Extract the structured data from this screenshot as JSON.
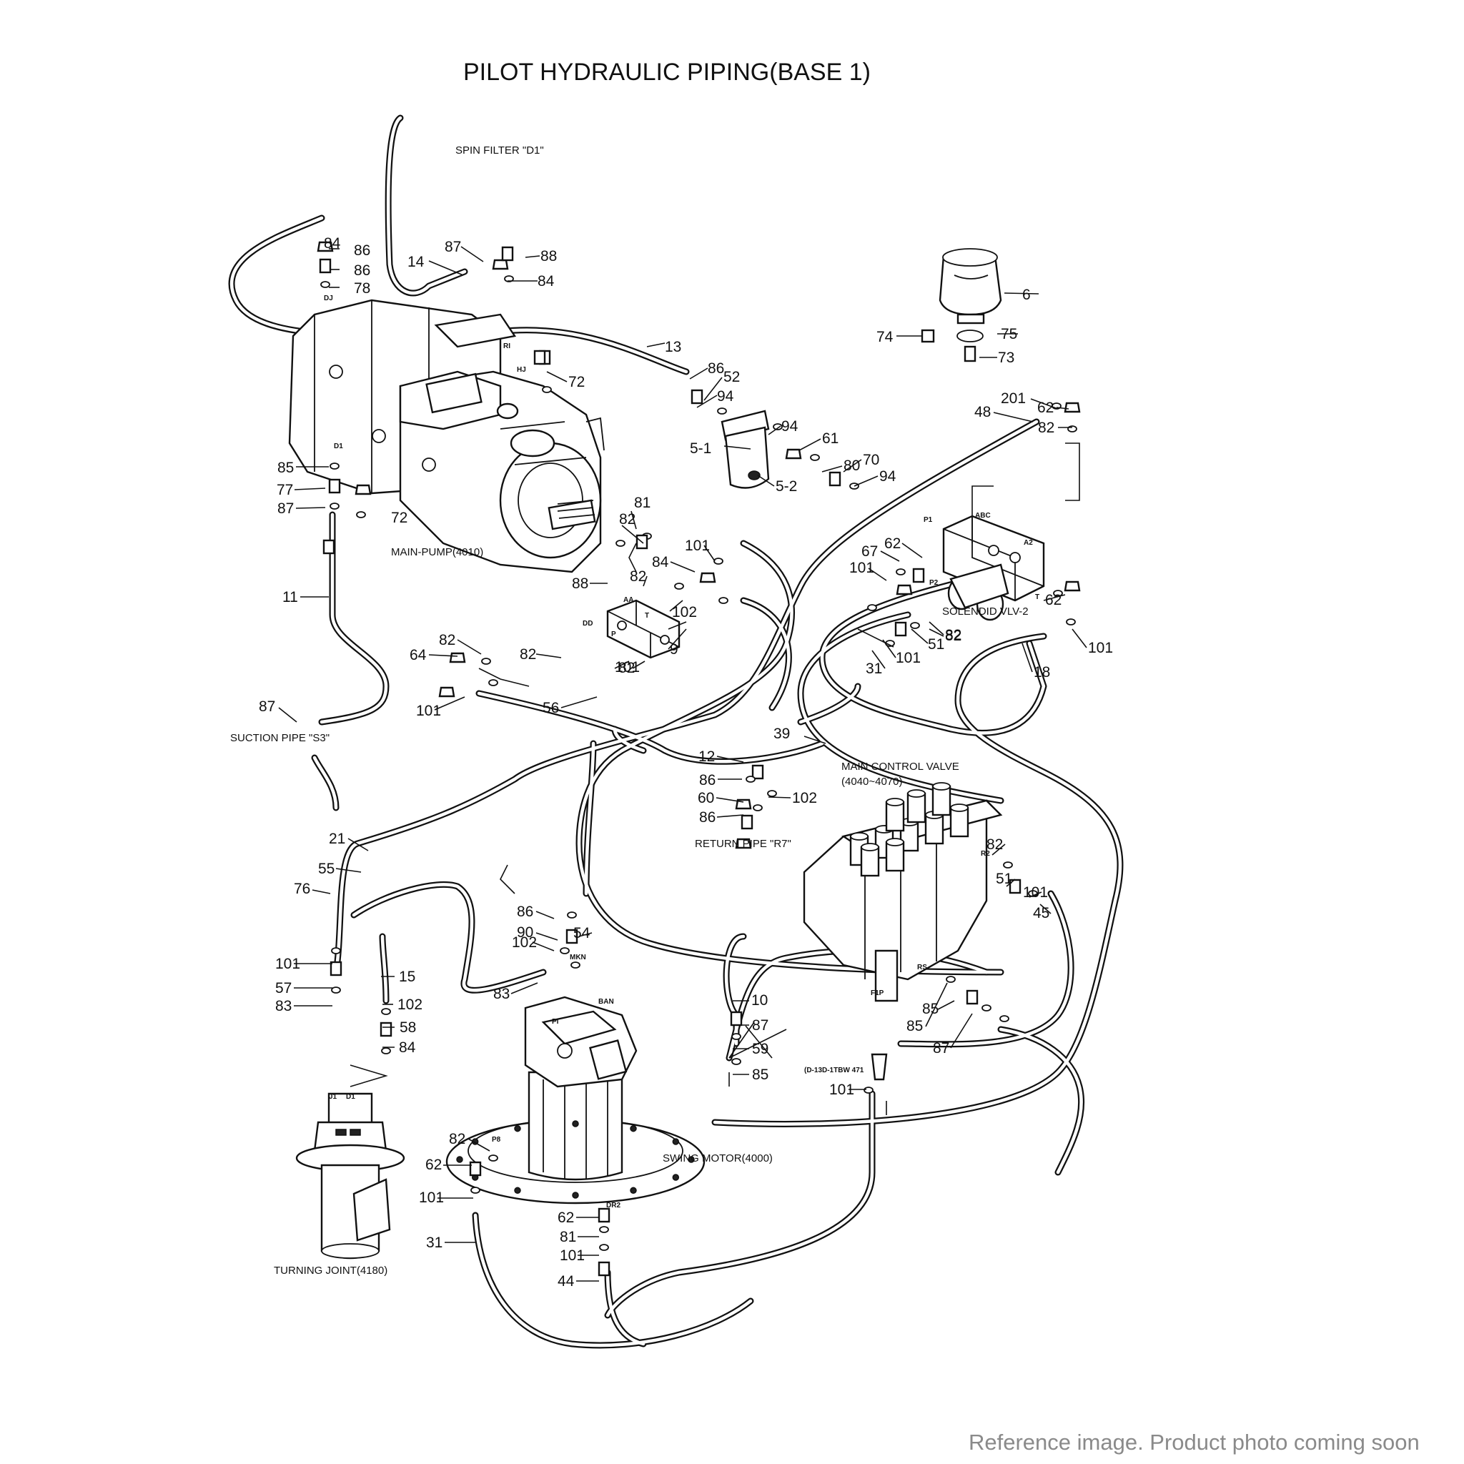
{
  "title": "PILOT HYDRAULIC PIPING(BASE 1)",
  "footer_note": "Reference image. Product photo coming soon",
  "components": {
    "main_pump": "MAIN-PUMP(4010)",
    "main_control_valve": "MAIN CONTROL VALVE",
    "main_control_valve_code": "(4040~4070)",
    "solenoid_valve": "SOLENDID VLV-2",
    "swing_motor": "SWING MOTOR(4000)",
    "turning_joint": "TURNING JOINT(4180)"
  },
  "connections": {
    "spin_filter": "SPIN FILTER \"D1\"",
    "suction_pipe": "SUCTION PIPE \"S3\"",
    "return_pipe": "RETURN PIPE \"R7\""
  },
  "port_labels": [
    "DJ",
    "RI",
    "HJ",
    "D1",
    "AA",
    "T",
    "P",
    "DD",
    "P1",
    "ABC",
    "A2",
    "P2",
    "T",
    "R2",
    "RS",
    "F1P",
    "P8",
    "DR2",
    "MKN",
    "BAN",
    "PI",
    "J1",
    "D1"
  ],
  "valve_stamp": "(D-13D-1TBW 471",
  "part_callouts": [
    "86",
    "86",
    "78",
    "84",
    "87",
    "88",
    "14",
    "84",
    "13",
    "86",
    "52",
    "94",
    "72",
    "72",
    "5-1",
    "5-2",
    "94",
    "61",
    "80",
    "70",
    "94",
    "85",
    "77",
    "87",
    "11",
    "87",
    "6",
    "74",
    "75",
    "73",
    "201",
    "62",
    "48",
    "82",
    "81",
    "82",
    "82",
    "88",
    "101",
    "84",
    "102",
    "9",
    "64",
    "82",
    "82",
    "82",
    "101",
    "101",
    "56",
    "62",
    "67",
    "101",
    "82",
    "62",
    "82",
    "51",
    "101",
    "31",
    "18",
    "101",
    "39",
    "12",
    "86",
    "60",
    "102",
    "86",
    "21",
    "55",
    "76",
    "82",
    "51",
    "101",
    "45",
    "86",
    "90",
    "54",
    "102",
    "83",
    "101",
    "57",
    "83",
    "15",
    "102",
    "58",
    "84",
    "10",
    "87",
    "59",
    "85",
    "85",
    "85",
    "87",
    "101",
    "82",
    "62",
    "101",
    "31",
    "62",
    "81",
    "101",
    "44"
  ]
}
